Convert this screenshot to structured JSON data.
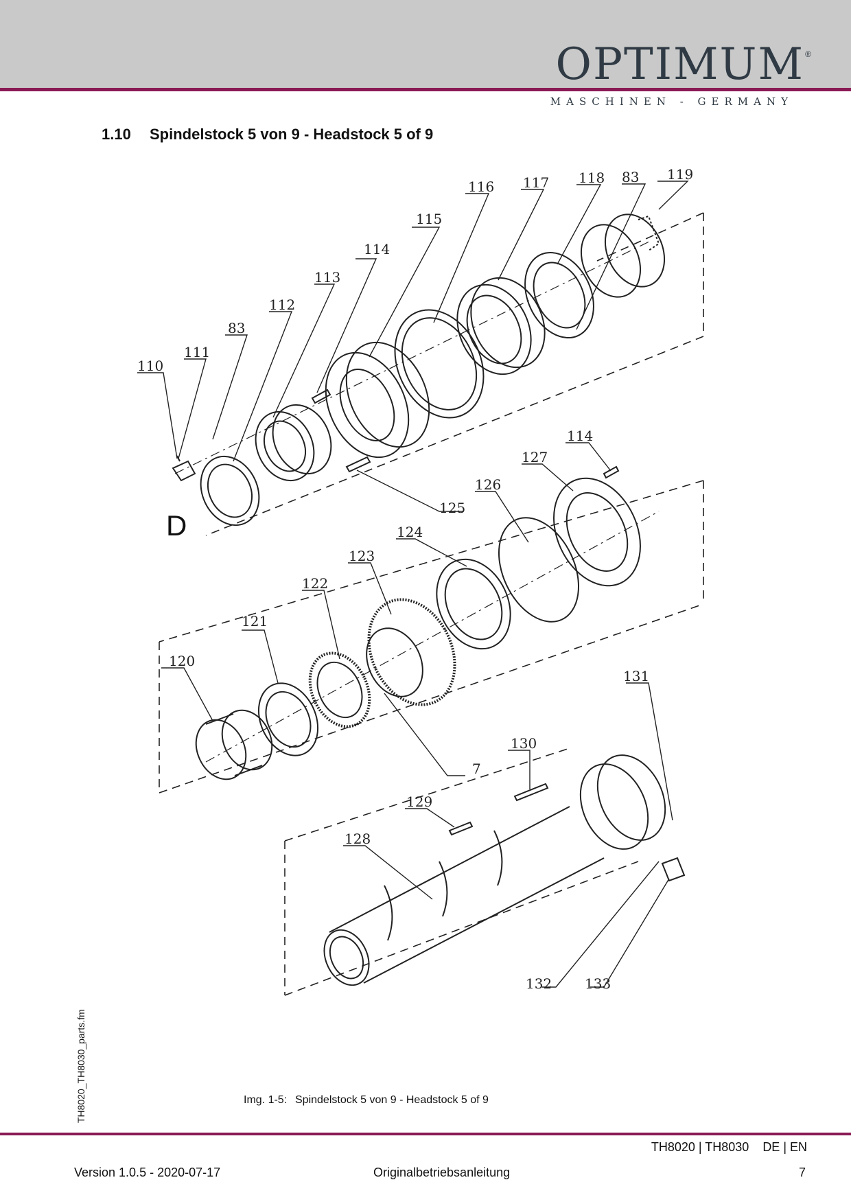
{
  "header": {
    "brand": "OPTIMUM",
    "registered_mark": "®",
    "tagline": "MASCHINEN - GERMANY"
  },
  "section": {
    "number": "1.10",
    "title": "Spindelstock 5 von 9 - Headstock  5 of 9"
  },
  "drawing": {
    "group_label": "D",
    "callouts": {
      "c110": "110",
      "c111": "111",
      "c83a": "83",
      "c112": "112",
      "c113": "113",
      "c114a": "114",
      "c115": "115",
      "c116": "116",
      "c117": "117",
      "c118": "118",
      "c83b": "83",
      "c119": "119",
      "c114b": "114",
      "c127": "127",
      "c126": "126",
      "c125": "125",
      "c124": "124",
      "c123": "123",
      "c122": "122",
      "c121": "121",
      "c120": "120",
      "c7": "7",
      "c131": "131",
      "c130": "130",
      "c129": "129",
      "c128": "128",
      "c132": "132",
      "c133": "133"
    }
  },
  "caption": {
    "label": "Img. 1-5:",
    "text": "Spindelstock 5 von 9 - Headstock  5 of 9"
  },
  "side_filename": "TH8020_TH8030_parts.fm",
  "footer": {
    "models": "TH8020 | TH8030",
    "languages": "DE | EN",
    "version": "Version 1.0.5 - 2020-07-17",
    "manual": "Originalbetriebsanleitung",
    "page": "7"
  },
  "colors": {
    "accent_rule": "#8a1a55",
    "header_band": "#c9c9c9",
    "logo": "#2f3a44"
  }
}
